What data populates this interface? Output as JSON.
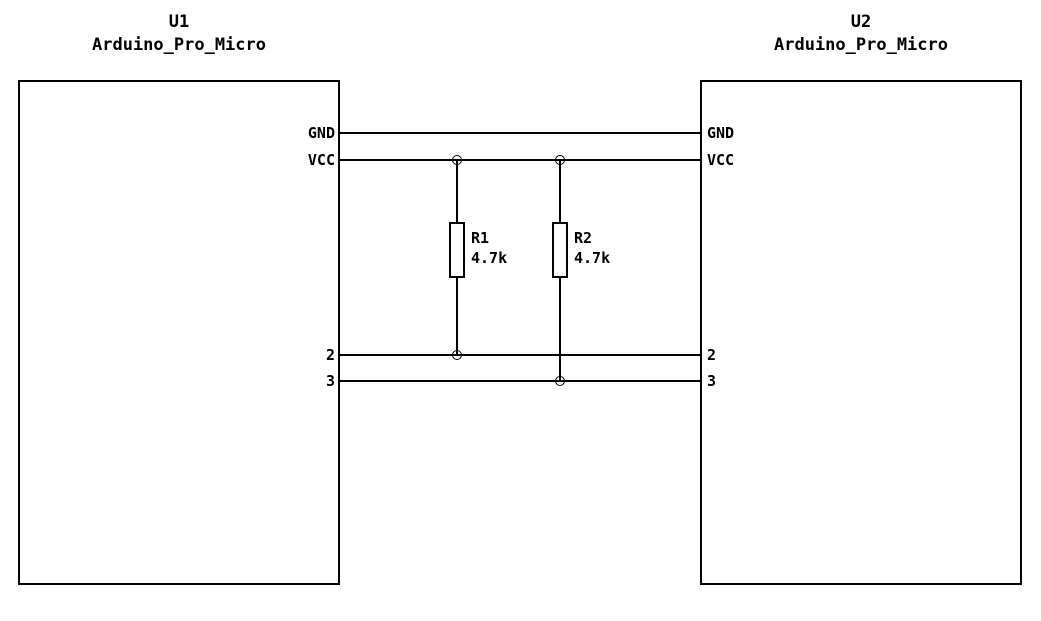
{
  "schematic": {
    "components": {
      "u1": {
        "ref": "U1",
        "value": "Arduino_Pro_Micro",
        "pins": {
          "gnd": "GND",
          "vcc": "VCC",
          "p2": "2",
          "p3": "3"
        }
      },
      "u2": {
        "ref": "U2",
        "value": "Arduino_Pro_Micro",
        "pins": {
          "gnd": "GND",
          "vcc": "VCC",
          "p2": "2",
          "p3": "3"
        }
      }
    },
    "resistors": {
      "r1": {
        "ref": "R1",
        "value": "4.7k"
      },
      "r2": {
        "ref": "R2",
        "value": "4.7k"
      }
    },
    "colors": {
      "line": "#000000",
      "background": "#ffffff"
    }
  }
}
